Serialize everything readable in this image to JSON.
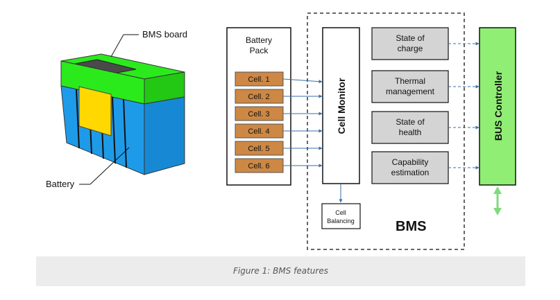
{
  "labels": {
    "bms_board": "BMS board",
    "battery": "Battery",
    "battery_pack": [
      "Battery",
      "Pack"
    ],
    "cell_monitor": "Cell Monitor",
    "cell_balancing": [
      "Cell",
      "Balancing"
    ],
    "bms": "BMS",
    "bus_controller": "BUS Controller"
  },
  "cells": [
    "Cell. 1",
    "Cell. 2",
    "Cell. 3",
    "Cell. 4",
    "Cell. 5",
    "Cell. 6"
  ],
  "features": [
    [
      "State of",
      "charge"
    ],
    [
      "Thermal",
      "management"
    ],
    [
      "State of",
      "health"
    ],
    [
      "Capability",
      "estimation"
    ]
  ],
  "caption": "Figure 1: BMS features",
  "colors": {
    "cell_fill": "#cc8844",
    "feature_fill": "#d4d4d4",
    "bus_fill": "#90ee74",
    "battery_blue": "#1e9be8",
    "board_green": "#2bea1c",
    "terminal_yellow": "#ffd800",
    "arrow_blue": "#3a6ea5",
    "bus_arrow": "#7ddb7d"
  }
}
